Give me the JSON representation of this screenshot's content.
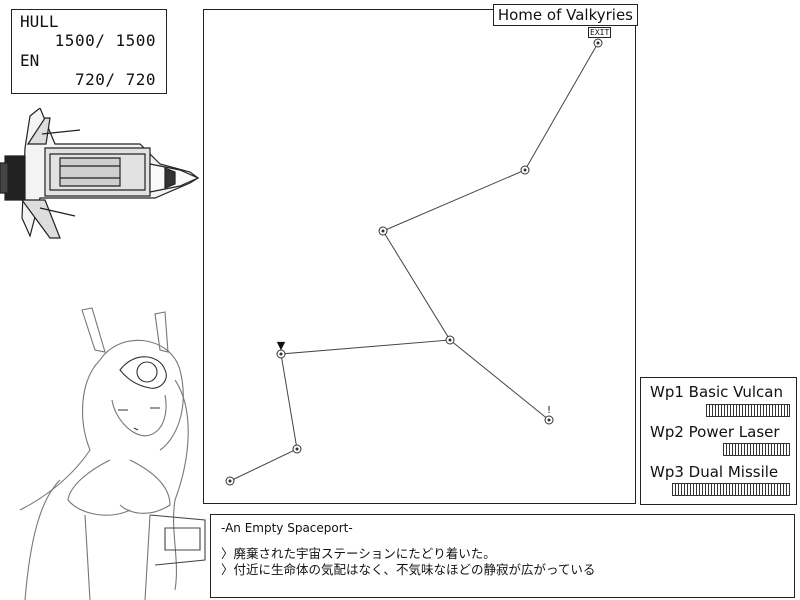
{
  "status": {
    "hull_label": "HULL",
    "hull_value": "1500/  1500",
    "en_label": "EN",
    "en_value": "720/   720"
  },
  "map": {
    "title": "Home of Valkyries",
    "exit_label": "EXIT",
    "event_marker": "!",
    "current_marker": "▼"
  },
  "weapons": [
    {
      "label": "Wp1  Basic Vulcan"
    },
    {
      "label": "Wp2 Power Laser"
    },
    {
      "label": "Wp3 Dual Missile"
    }
  ],
  "message": {
    "title": "-An Empty Spaceport-",
    "lines": [
      "〉廃棄された宇宙ステーションにたどり着いた。",
      "〉付近に生命体の気配はなく、不気味なほどの静寂が広がっている"
    ]
  },
  "icons": {
    "ship": "space-shuttle-illustration",
    "pilot": "pilot-girl-sketch"
  }
}
